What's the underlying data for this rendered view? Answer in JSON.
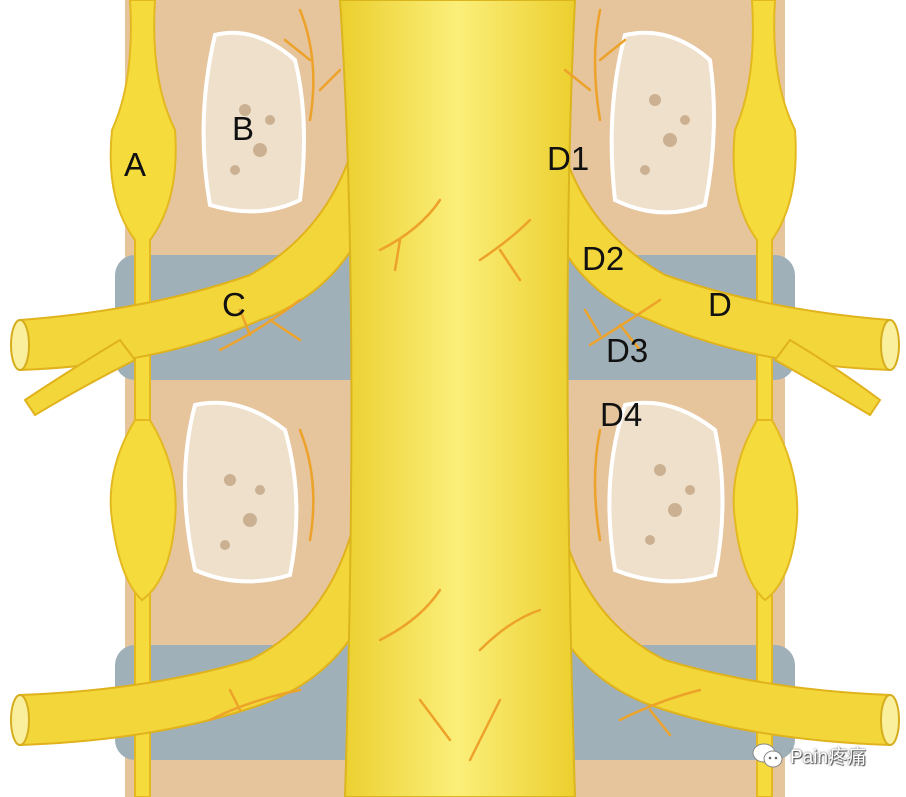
{
  "labels": {
    "a": "A",
    "b": "B",
    "c": "C",
    "d": "D",
    "d1": "D1",
    "d2": "D2",
    "d3": "D3",
    "d4": "D4"
  },
  "watermark": {
    "text": "Pain疼痛",
    "icon": "wechat-icon"
  },
  "colors": {
    "nerve": "#f5dc3c",
    "nerve_dark": "#e8b820",
    "vessel": "#eda22a",
    "bone": "#e9c9a2",
    "disc": "#9fb0b8",
    "pedicle": "#efe0cc"
  }
}
